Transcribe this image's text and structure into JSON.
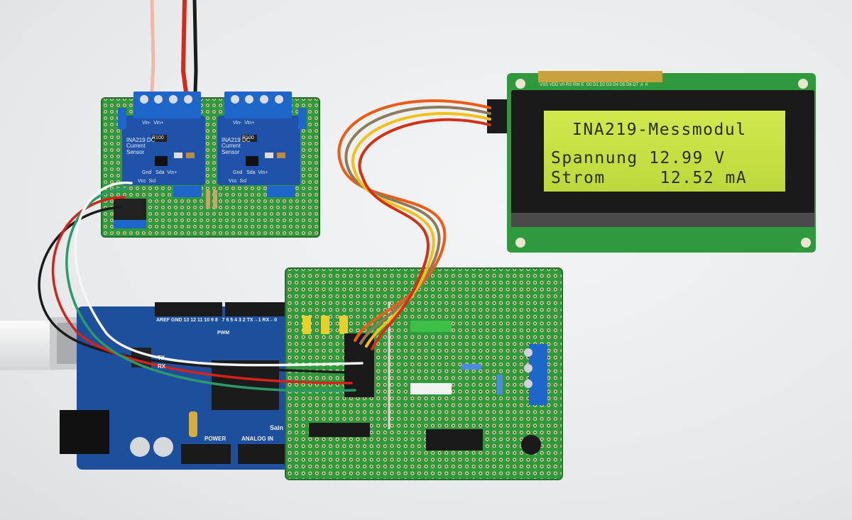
{
  "lcd": {
    "line1": "INA219-Messmodul",
    "line2": "Spannung 12.99 V",
    "line3": "Strom     12.52 mA",
    "pin_labels": "VSS VDD V0 RS RW E  D0 D1 D2 D3 D4 D5 D6 D7  A  K"
  },
  "sensors": [
    {
      "name": "INA219 DC\nCurrent\nSensor",
      "resistor": "R100",
      "pins_top": "Vin-  Vin+",
      "pins_bottom": "Gnd   Sda  Vin+",
      "vcc": "Vcc  Scl"
    },
    {
      "name": "INA219 DC\nCurrent\nSensor",
      "resistor": "R100",
      "pins_top": "Vin-  Vin+",
      "pins_bottom": "Gnd   Sda  Vin+",
      "vcc": "Vcc  Scl"
    }
  ],
  "arduino": {
    "header_digital": "AREF GND 13 12 11 10 9 8   7 6 5 4 3 2 TX→1 RX←0",
    "pwm": "PWM",
    "tx": "TX",
    "rx": "RX",
    "power": "POWER",
    "analog": "ANALOG IN",
    "brand": "Sain"
  },
  "colors": {
    "pcb_green": "#2f9a3d",
    "lcd_backlight": "#c7e043",
    "arduino_blue": "#1e4f9c",
    "terminal_blue": "#1e66c9"
  }
}
